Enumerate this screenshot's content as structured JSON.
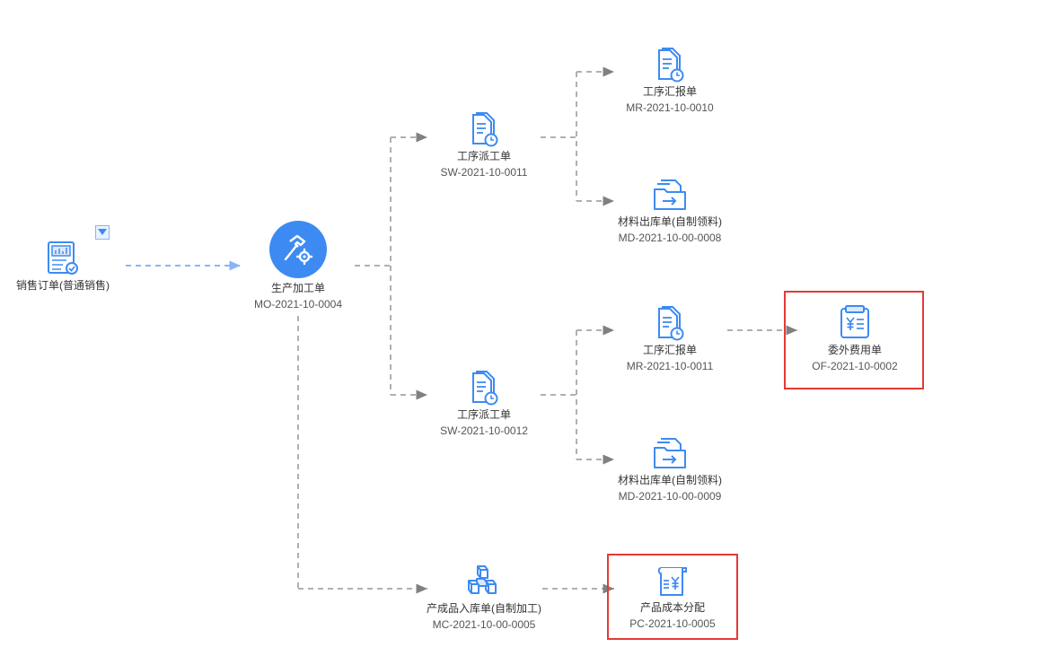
{
  "colors": {
    "accent": "#3d8bf2",
    "connector": "#b0b0b0",
    "connector_arrow": "#808080",
    "start_connector": "#8ab4f8",
    "highlight": "#e53935"
  },
  "dropdown": {
    "icon": "caret-down-icon"
  },
  "nodes": [
    {
      "icon": "sales-order-icon",
      "label": "销售订单(普通销售)",
      "code": ""
    },
    {
      "icon": "hammer-gear-icon",
      "label": "生产加工单",
      "code": "MO-2021-10-0004"
    },
    {
      "icon": "document-clock-icon",
      "label": "工序派工单",
      "code": "SW-2021-10-0011"
    },
    {
      "icon": "document-clock-icon",
      "label": "工序派工单",
      "code": "SW-2021-10-0012"
    },
    {
      "icon": "boxes-icon",
      "label": "产成品入库单(自制加工)",
      "code": "MC-2021-10-00-0005"
    },
    {
      "icon": "document-clock-icon",
      "label": "工序汇报单",
      "code": "MR-2021-10-0010"
    },
    {
      "icon": "folder-arrow-icon",
      "label": "材料出库单(自制领料)",
      "code": "MD-2021-10-00-0008"
    },
    {
      "icon": "document-clock-icon",
      "label": "工序汇报单",
      "code": "MR-2021-10-0011"
    },
    {
      "icon": "folder-arrow-icon",
      "label": "材料出库单(自制领料)",
      "code": "MD-2021-10-00-0009"
    },
    {
      "icon": "yen-receipt-icon",
      "label": "委外费用单",
      "code": "OF-2021-10-0002"
    },
    {
      "icon": "yen-scroll-icon",
      "label": "产品成本分配",
      "code": "PC-2021-10-0005"
    }
  ]
}
